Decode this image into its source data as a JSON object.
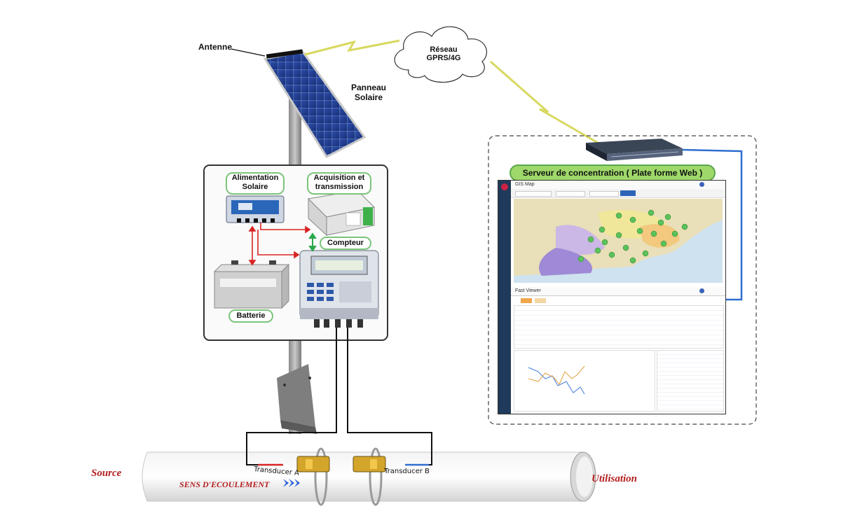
{
  "labels": {
    "antenna": "Antenne",
    "network": [
      "Réseau",
      "GPRS/4G"
    ],
    "solar_panel": [
      "Panneau",
      "Solaire"
    ],
    "power_supply": [
      "Alimentation",
      "Solaire"
    ],
    "acquisition": [
      "Acquisition et",
      "transmission"
    ],
    "meter": "Compteur",
    "battery": "Batterie",
    "server": "Serveur de concentration ( Plate forme Web )",
    "transducer_a": "Transducer A",
    "transducer_b": "Transducer B",
    "source": "Source",
    "usage": "Utilisation",
    "flow_direction": "SENS D'ECOULEMENT"
  },
  "web_app": {
    "map_panel_title": "GIS Map",
    "viewer_panel_title": "Fast Viewer"
  },
  "colors": {
    "wire_red": "#d92323",
    "wire_green": "#2aa84a",
    "link_blue": "#2f6fd0",
    "signal_yellow": "#d8d860",
    "pill_border": "#7cc47c",
    "banner_green": "#9ed86a",
    "text_red": "#b41d1d",
    "arrow_blue": "#2a5fd8"
  },
  "icons": [
    "antenna-icon",
    "cloud-icon",
    "solar-panel-icon",
    "charge-controller-icon",
    "datalogger-icon",
    "battery-icon",
    "flowmeter-icon",
    "server-rack-icon",
    "transducer-icon",
    "pipe-icon",
    "double-chevron-right-icon"
  ]
}
